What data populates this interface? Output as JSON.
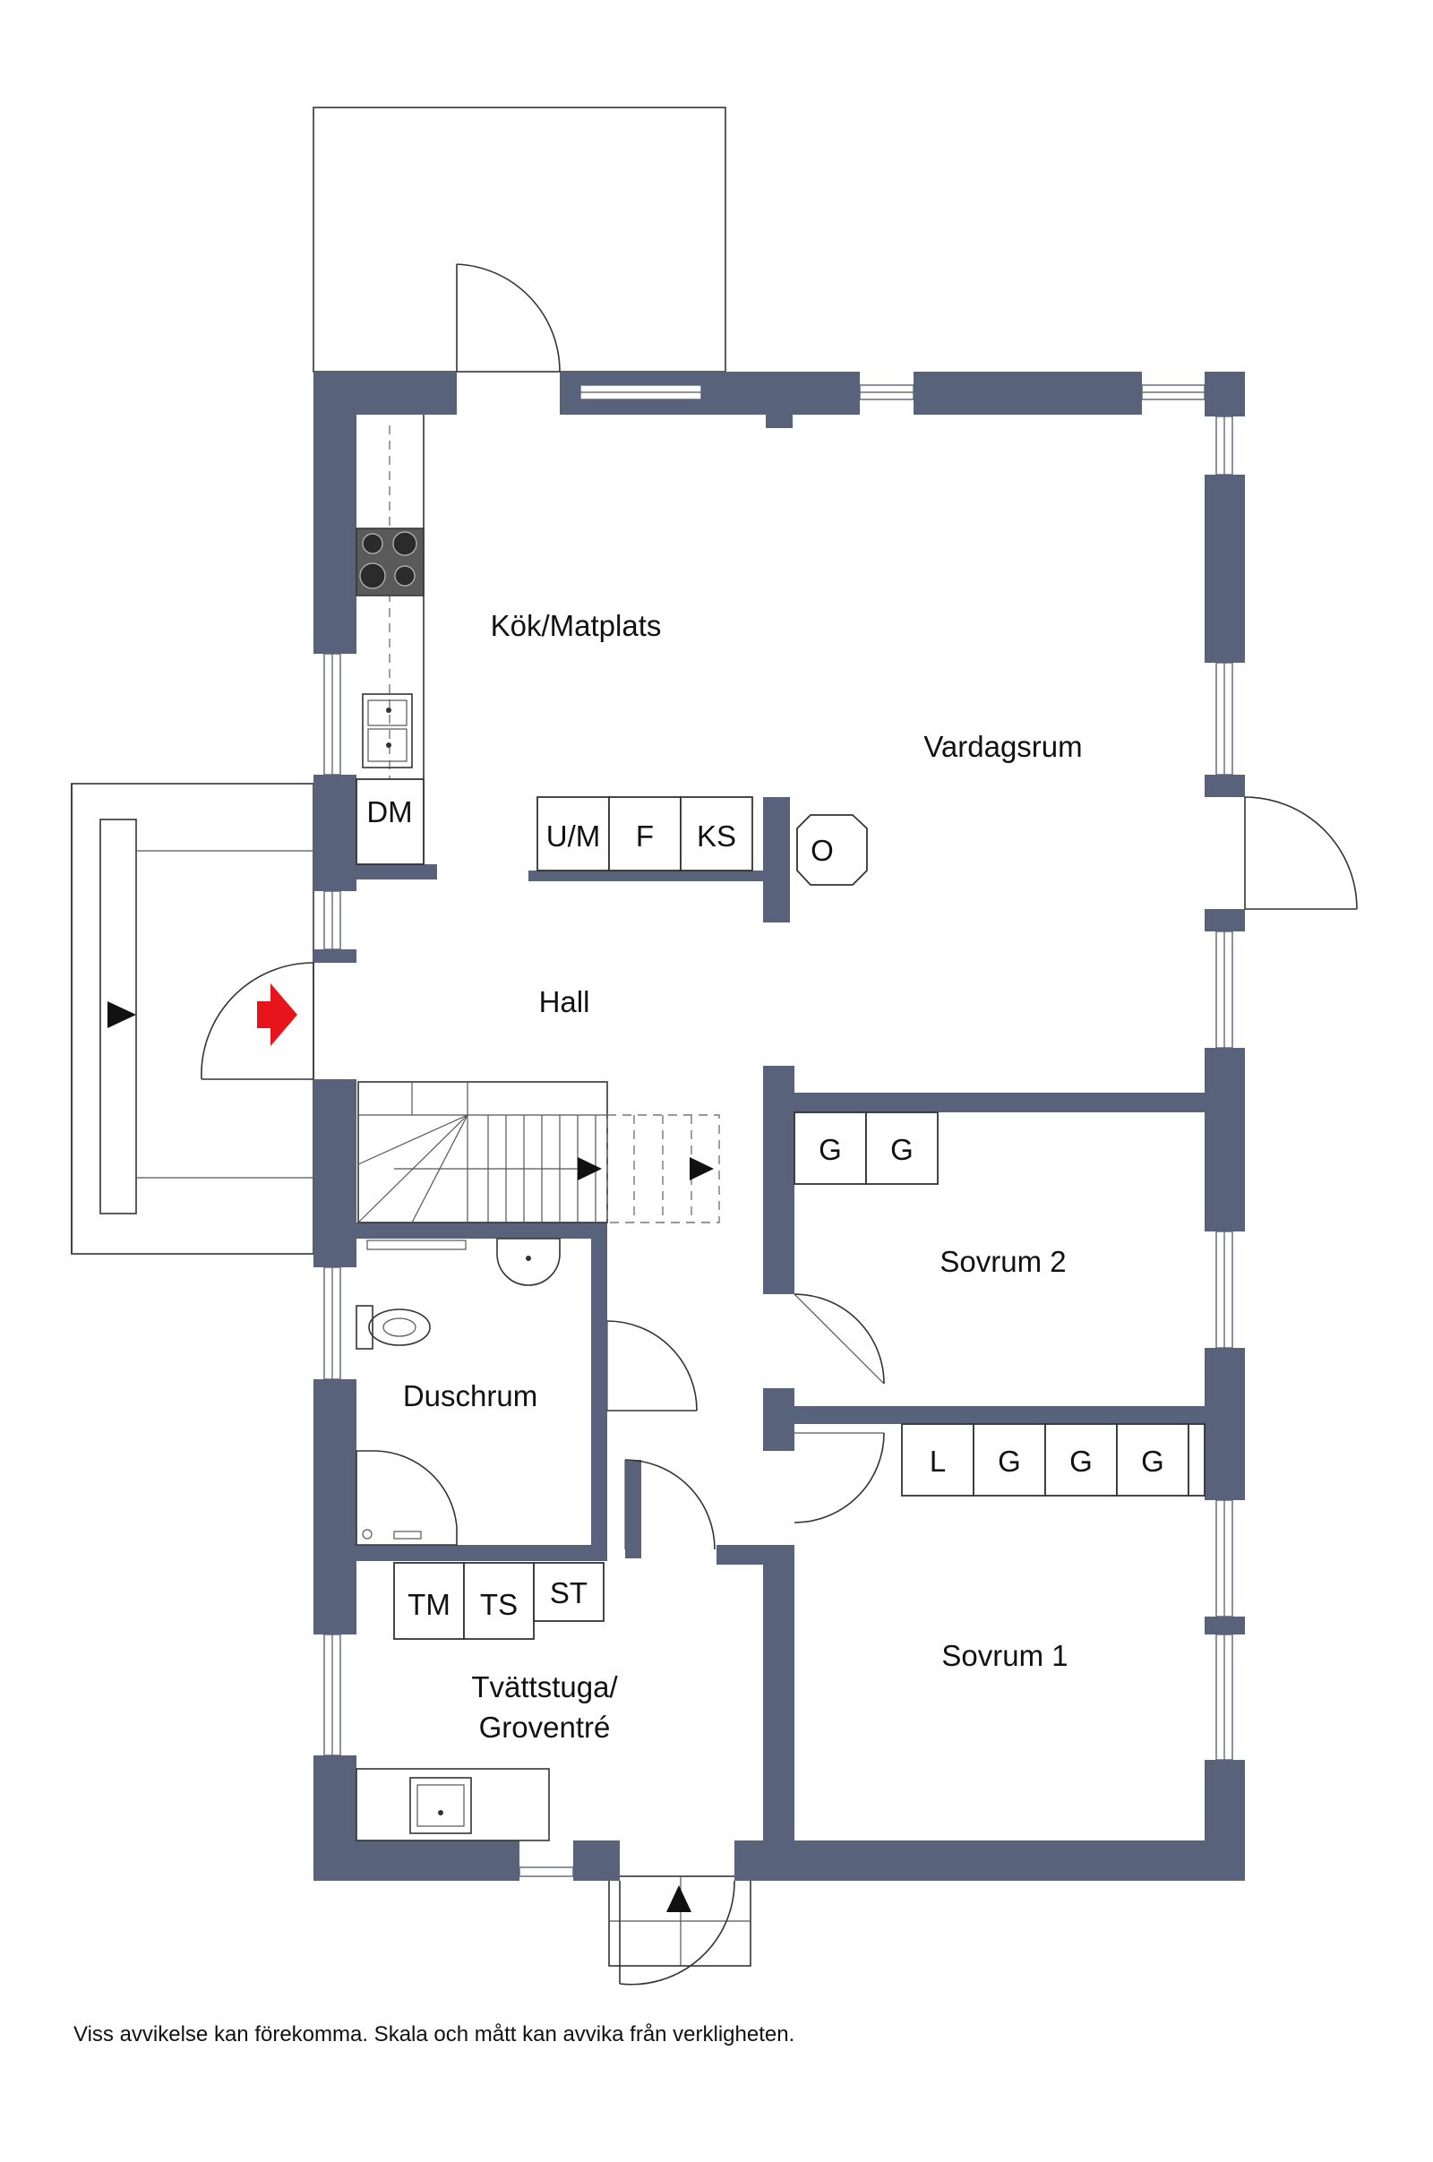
{
  "rooms": {
    "kok": "Kök/Matplats",
    "vardagsrum": "Vardagsrum",
    "hall": "Hall",
    "sovrum2": "Sovrum 2",
    "duschrum": "Duschrum",
    "sovrum1": "Sovrum 1",
    "tvattstuga_line1": "Tvättstuga/",
    "tvattstuga_line2": "Groventré"
  },
  "fixtures": {
    "dm": "DM",
    "um": "U/M",
    "f": "F",
    "ks": "KS",
    "o": "O",
    "g_sov2_a": "G",
    "g_sov2_b": "G",
    "l_sov1": "L",
    "g_sov1_a": "G",
    "g_sov1_b": "G",
    "g_sov1_c": "G",
    "tm": "TM",
    "ts": "TS",
    "st": "ST"
  },
  "disclaimer": "Viss avvikelse kan förekomma. Skala och mått kan avvika från verkligheten.",
  "colors": {
    "wall": "#58627a",
    "entrance_arrow": "#e8141c",
    "line": "#333333"
  }
}
